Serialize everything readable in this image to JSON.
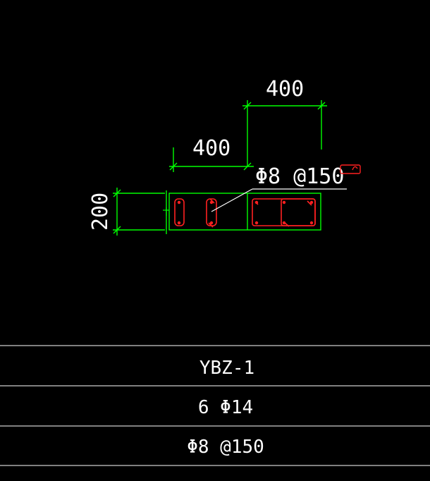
{
  "drawing": {
    "dim_top": "400",
    "dim_middle": "400",
    "dim_left": "200",
    "rebar_callout": "Φ8 @150"
  },
  "table": {
    "rows": [
      {
        "label": "YBZ-1"
      },
      {
        "label": "6 Φ14"
      },
      {
        "label": "Φ8 @150"
      }
    ]
  },
  "colors": {
    "background": "#000000",
    "dimension": "#00ff00",
    "rebar": "#ff2020",
    "text": "#ffffff",
    "table_line": "#ffffff"
  }
}
